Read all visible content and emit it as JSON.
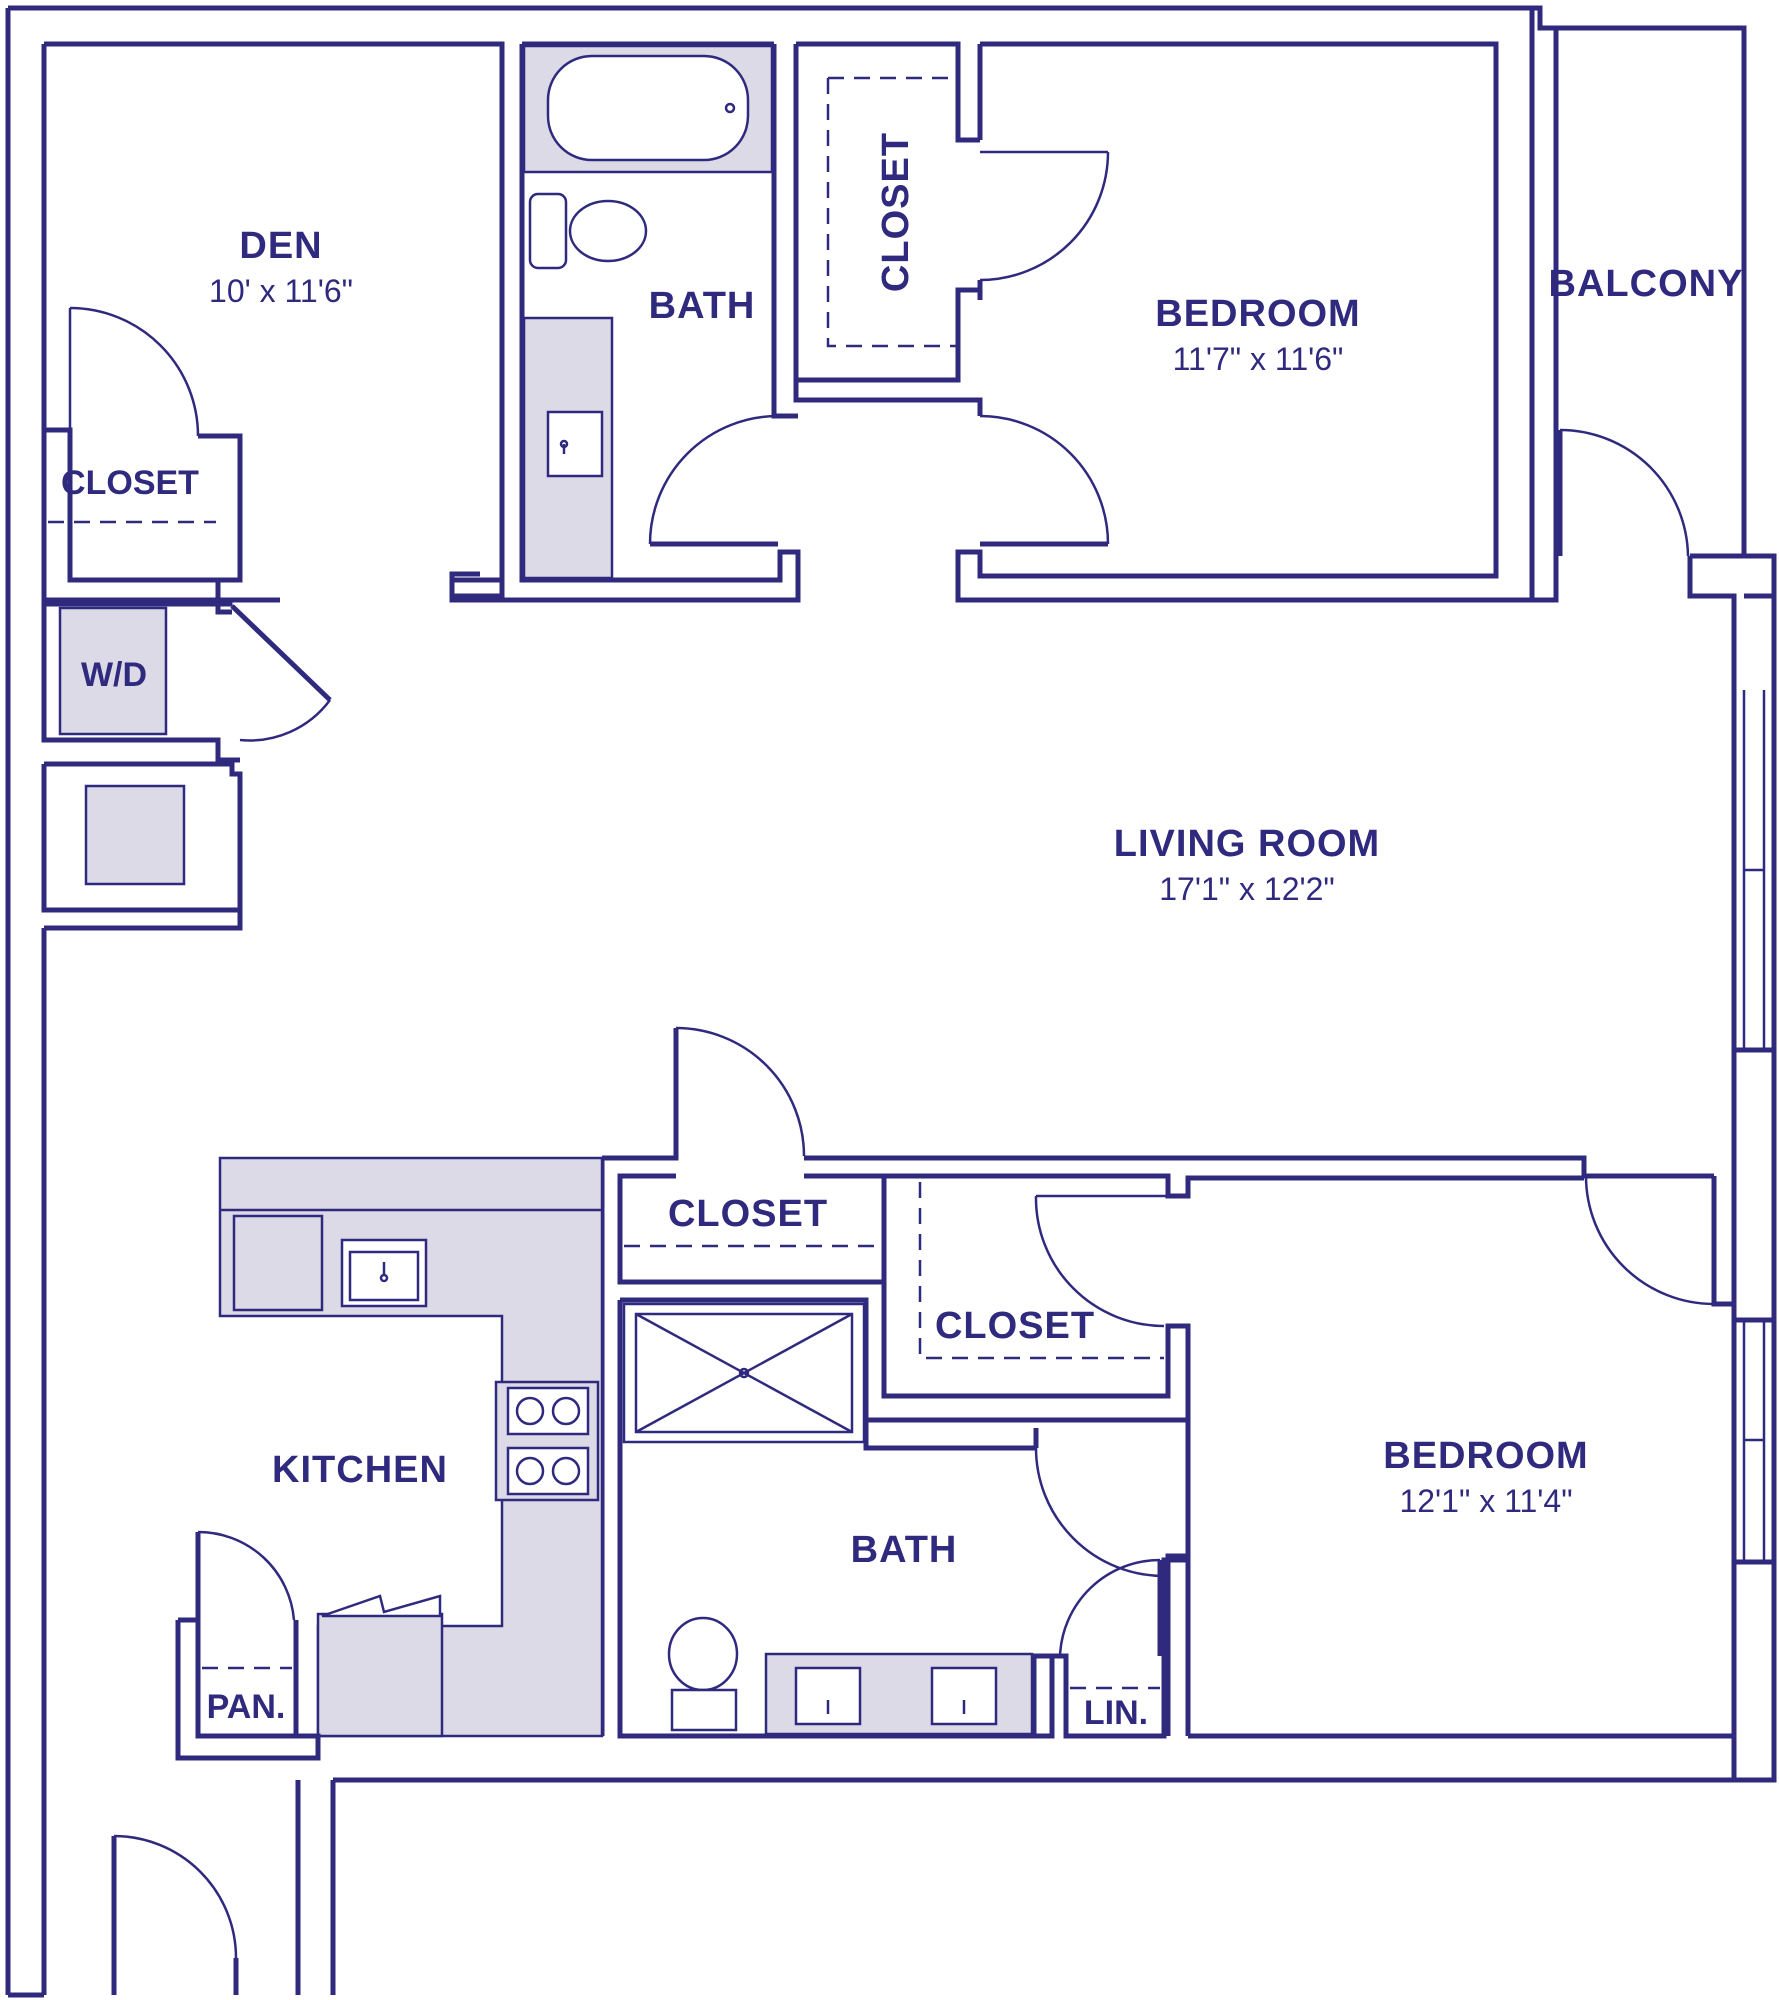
{
  "rooms": {
    "den": {
      "name": "DEN",
      "size": "10' x 11'6\""
    },
    "den_closet": {
      "name": "CLOSET"
    },
    "laundry": {
      "name": "W/D"
    },
    "bath_upper": {
      "name": "BATH"
    },
    "closet_upper": {
      "name": "CLOSET"
    },
    "bedroom_upper": {
      "name": "BEDROOM",
      "size": "11'7\" x 11'6\""
    },
    "balcony": {
      "name": "BALCONY"
    },
    "living": {
      "name": "LIVING ROOM",
      "size": "17'1\" x 12'2\""
    },
    "kitchen": {
      "name": "KITCHEN"
    },
    "pantry": {
      "name": "PAN."
    },
    "hall_closet": {
      "name": "CLOSET"
    },
    "bedroom_closet": {
      "name": "CLOSET"
    },
    "bath_lower": {
      "name": "BATH"
    },
    "linen": {
      "name": "LIN."
    },
    "bedroom_lower": {
      "name": "BEDROOM",
      "size": "12'1\" x 11'4\""
    }
  },
  "colors": {
    "wall": "#2f2a7e",
    "fixture_fill": "#dcdae6",
    "background": "#ffffff"
  }
}
